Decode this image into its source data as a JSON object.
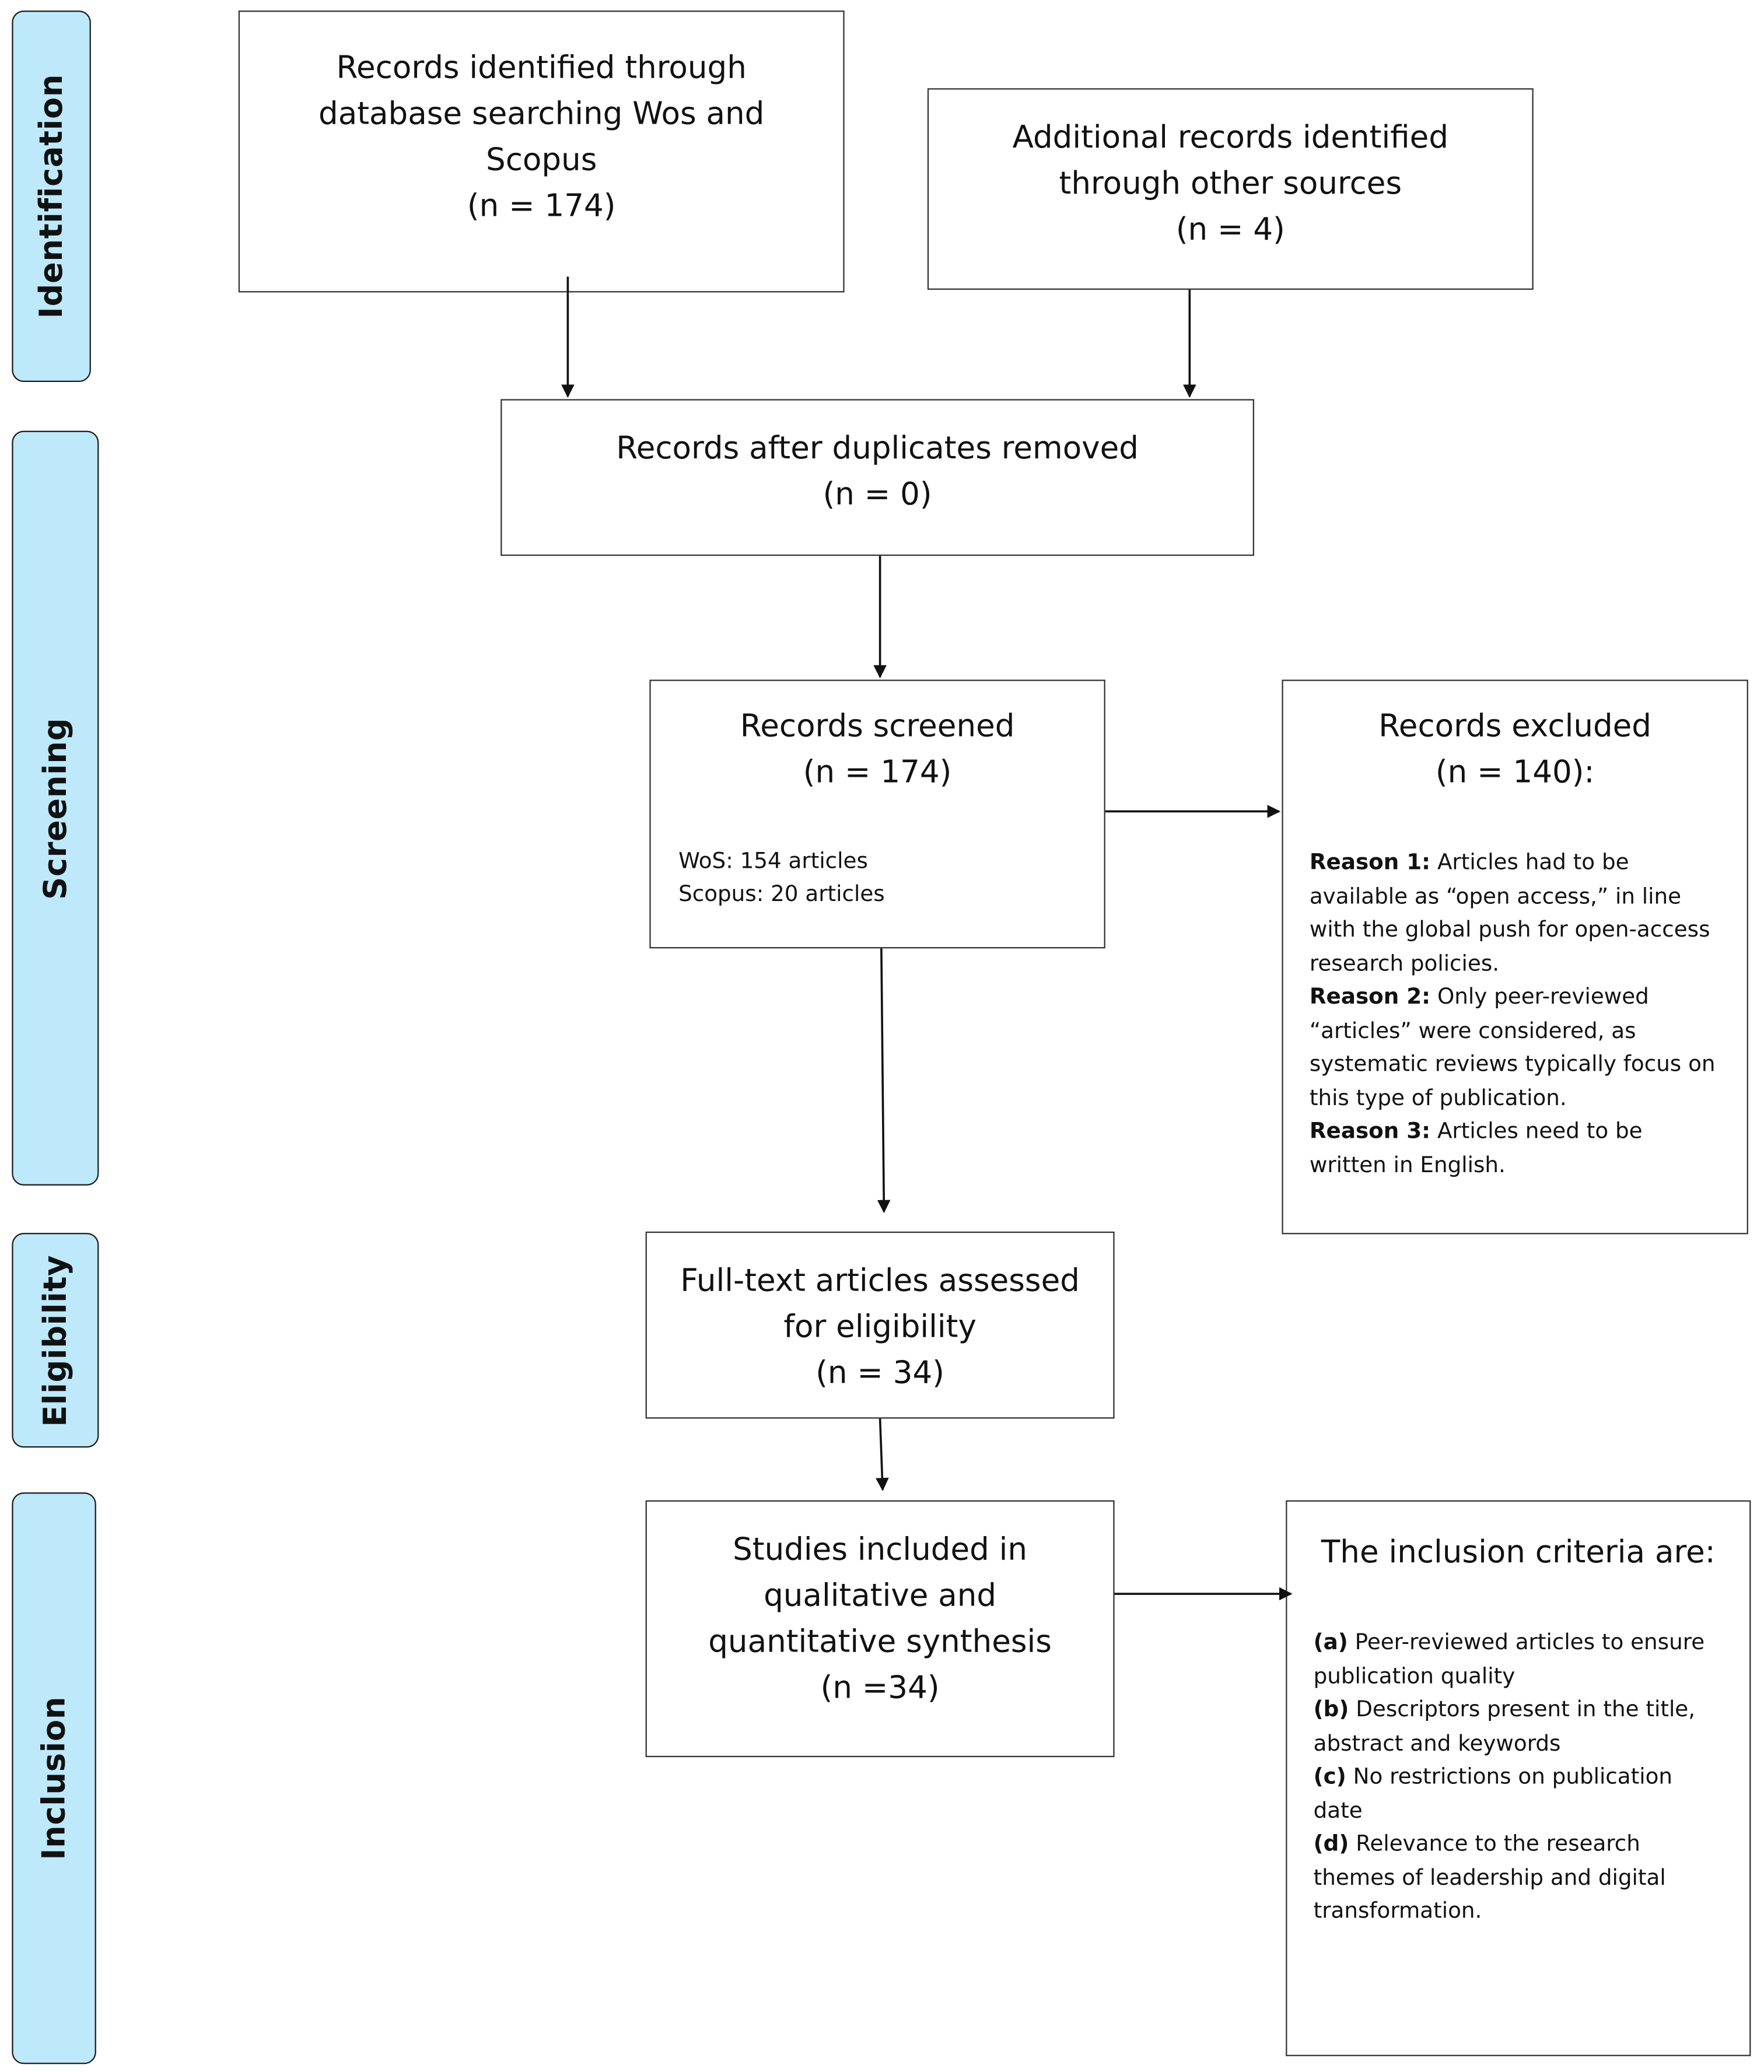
{
  "phases": {
    "identification": "Identification",
    "screening": "Screening",
    "eligibility": "Eligibility",
    "inclusion": "Inclusion"
  },
  "identified_db": {
    "lines": [
      "Records identified through",
      "database searching Wos and",
      "Scopus",
      "(n = 174)"
    ]
  },
  "identified_other": {
    "lines": [
      "Additional records identified",
      "through other sources",
      "(n = 4)"
    ]
  },
  "duplicates": {
    "lines": [
      "Records after duplicates removed",
      "(n = 0)"
    ]
  },
  "screened": {
    "lines": [
      "Records screened",
      "(n = 174)"
    ],
    "details": [
      "WoS: 154 articles",
      "Scopus: 20 articles"
    ]
  },
  "excluded": {
    "lines": [
      "Records excluded",
      "(n = 140):"
    ],
    "reasons": [
      {
        "label": "Reason 1:",
        "text": " Articles had to be"
      },
      {
        "label": "",
        "text": "available as “open access,” in line"
      },
      {
        "label": "",
        "text": "with the global push for open-access"
      },
      {
        "label": "",
        "text": "research policies."
      },
      {
        "label": "Reason 2:",
        "text": " Only peer-reviewed"
      },
      {
        "label": "",
        "text": "“articles” were considered, as"
      },
      {
        "label": "",
        "text": "systematic reviews typically focus on"
      },
      {
        "label": "",
        "text": "this type of publication."
      },
      {
        "label": "Reason 3:",
        "text": " Articles need to be"
      },
      {
        "label": "",
        "text": "written in English."
      }
    ]
  },
  "eligibility_box": {
    "lines": [
      "Full-text articles assessed",
      "for eligibility",
      "(n = 34)"
    ]
  },
  "included": {
    "lines": [
      "Studies included in",
      "qualitative and",
      "quantitative synthesis",
      "(n =34)"
    ]
  },
  "criteria": {
    "title": "The inclusion criteria are:",
    "items": [
      {
        "label": "(a)",
        "text": " Peer-reviewed articles to ensure"
      },
      {
        "label": "",
        "text": "publication quality"
      },
      {
        "label": "(b)",
        "text": " Descriptors present in the title,"
      },
      {
        "label": "",
        "text": "abstract and keywords"
      },
      {
        "label": "(c)",
        "text": " No restrictions on publication"
      },
      {
        "label": "",
        "text": "date"
      },
      {
        "label": "(d)",
        "text": " Relevance to the research"
      },
      {
        "label": "",
        "text": "themes of leadership and digital"
      },
      {
        "label": "",
        "text": "transformation."
      }
    ]
  }
}
